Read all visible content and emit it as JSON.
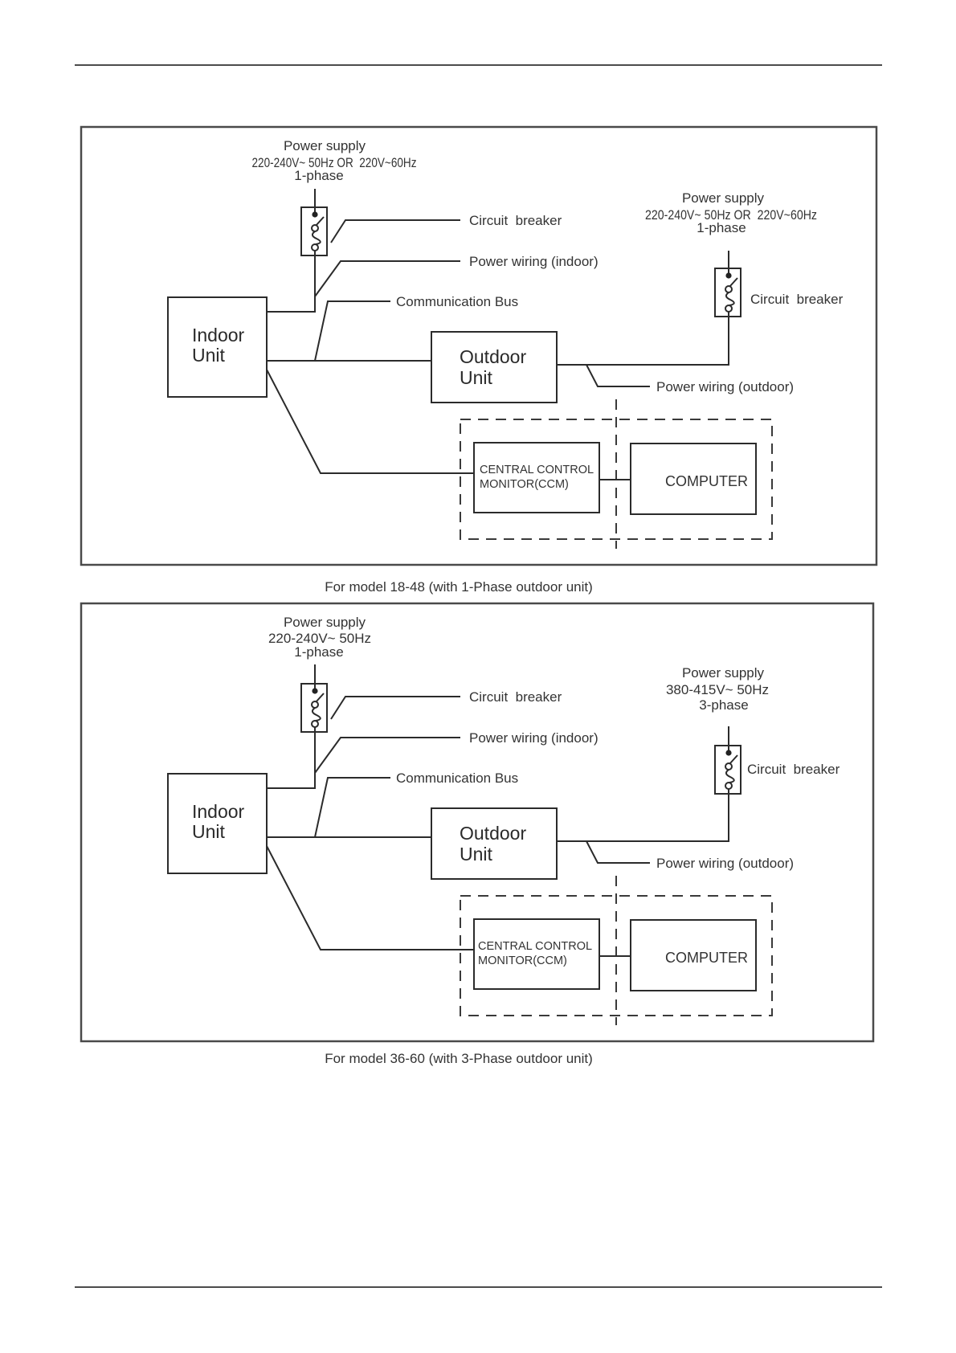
{
  "diagrams": [
    {
      "caption": "For model 18-48 (with 1-Phase outdoor unit)",
      "indoor_power_supply": {
        "title": "Power supply",
        "rating": "220-240V~ 50Hz OR  220V~60Hz",
        "phase": "1-phase"
      },
      "outdoor_power_supply": {
        "title": "Power supply",
        "rating": "220-240V~ 50Hz OR  220V~60Hz",
        "phase": "1-phase"
      },
      "labels": {
        "circuit_breaker_indoor": "Circuit  breaker",
        "power_wiring_indoor": "Power wiring (indoor)",
        "communication_bus": "Communication Bus",
        "circuit_breaker_outdoor": "Circuit  breaker",
        "power_wiring_outdoor": "Power wiring (outdoor)"
      },
      "units": {
        "indoor": [
          "Indoor",
          "Unit"
        ],
        "outdoor": [
          "Outdoor",
          "Unit"
        ],
        "ccm": [
          "CENTRAL CONTROL",
          "MONITOR(CCM)"
        ],
        "computer": "COMPUTER"
      }
    },
    {
      "caption": "For model 36-60 (with 3-Phase outdoor unit)",
      "indoor_power_supply": {
        "title": "Power supply",
        "rating": "220-240V~ 50Hz",
        "phase": "1-phase"
      },
      "outdoor_power_supply": {
        "title": "Power supply",
        "rating": "380-415V~ 50Hz",
        "phase": "3-phase"
      },
      "labels": {
        "circuit_breaker_indoor": "Circuit  breaker",
        "power_wiring_indoor": "Power wiring (indoor)",
        "communication_bus": "Communication Bus",
        "circuit_breaker_outdoor": "Circuit  breaker",
        "power_wiring_outdoor": "Power wiring (outdoor)"
      },
      "units": {
        "indoor": [
          "Indoor",
          "Unit"
        ],
        "outdoor": [
          "Outdoor",
          "Unit"
        ],
        "ccm": [
          "CENTRAL CONTROL",
          "MONITOR(CCM)"
        ],
        "computer": "COMPUTER"
      }
    }
  ],
  "icons": {
    "breaker": "circuit-breaker-icon"
  }
}
